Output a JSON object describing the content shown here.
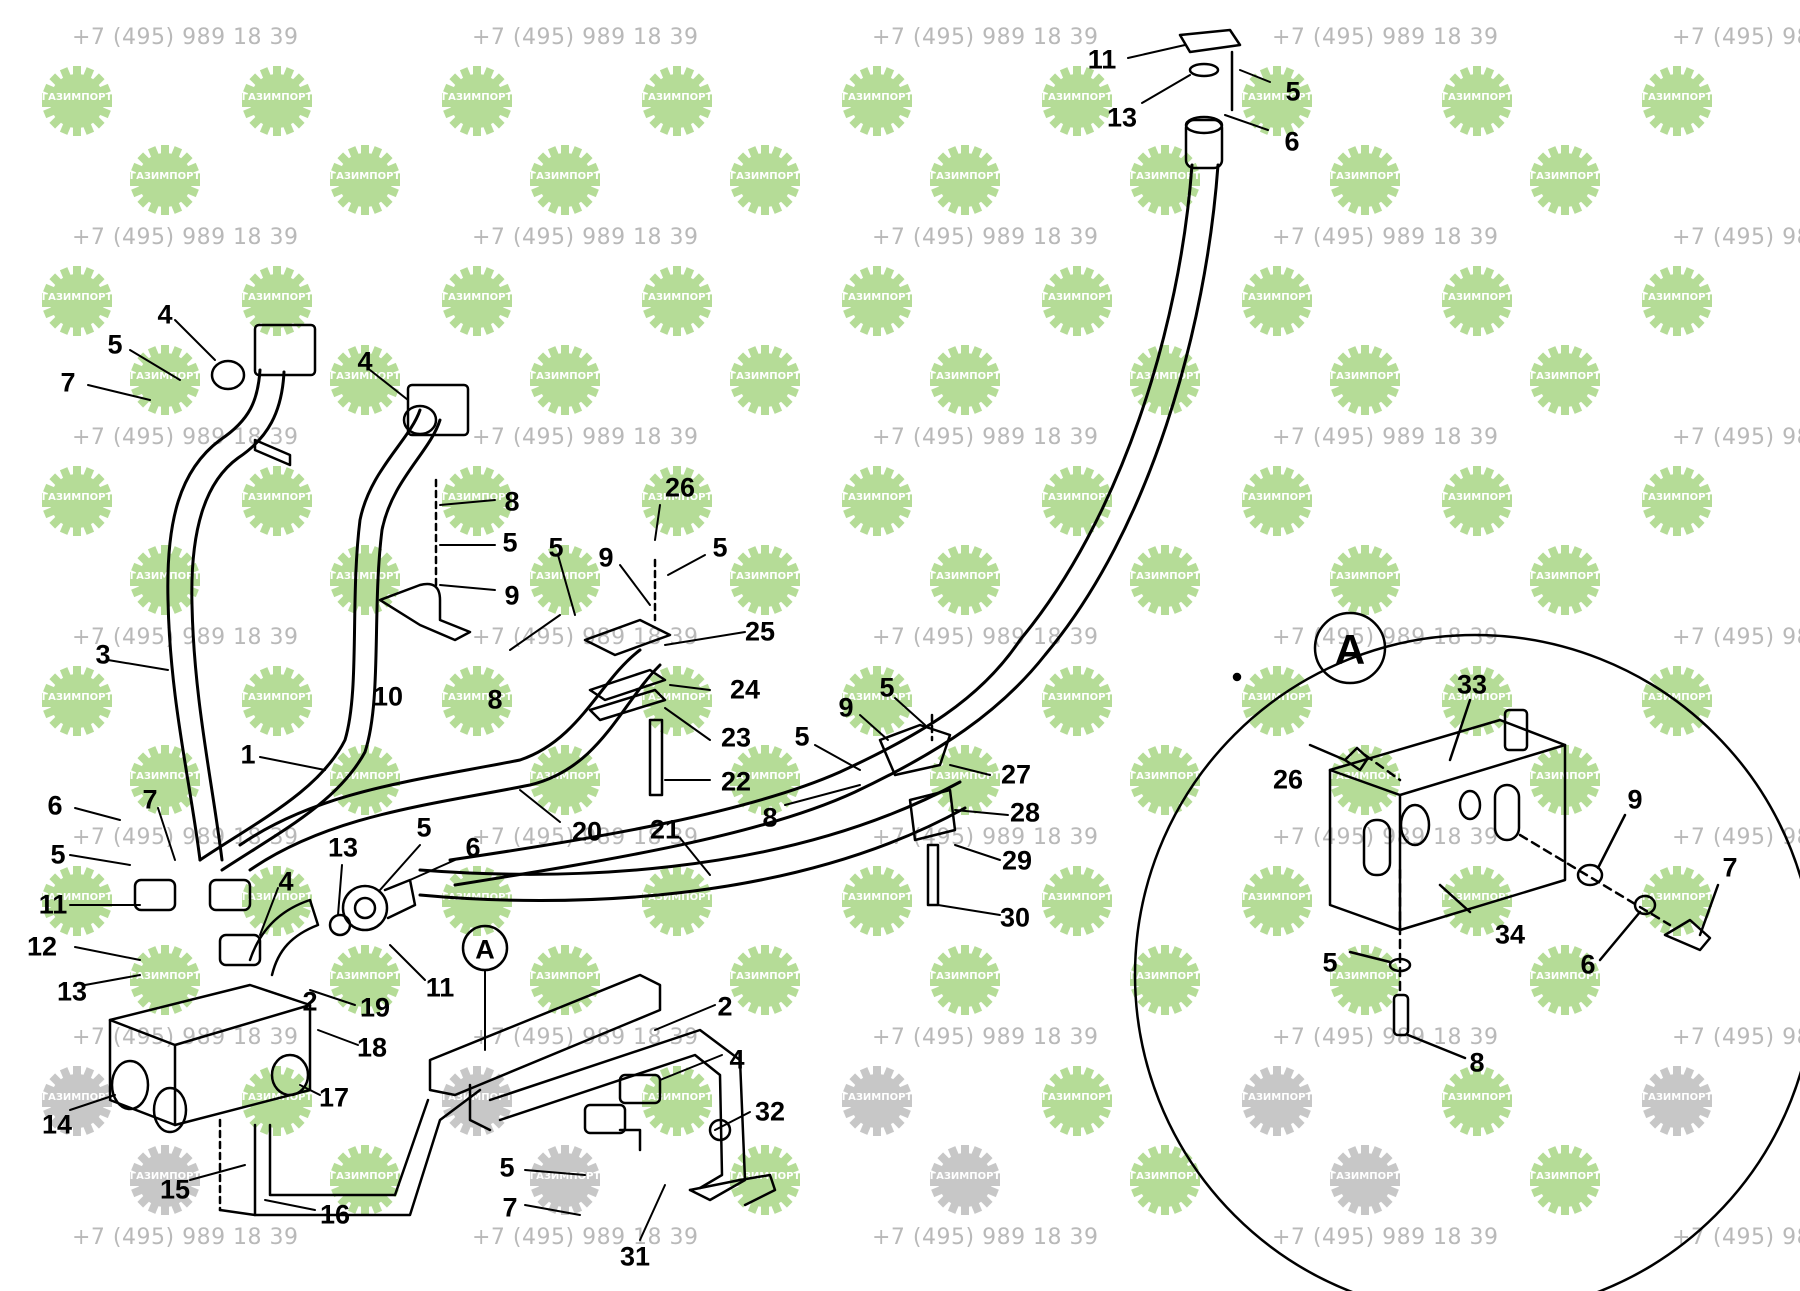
{
  "watermark": {
    "phone": "+7 (495) 989 18 39",
    "logo_text": "ГАЗИМПОРТ",
    "logo_icon": "gear-icon",
    "logo_color": "#7ac143",
    "phone_color": "#b9b9b9"
  },
  "detail_view": {
    "label": "A"
  },
  "callouts": {
    "c11a": "11",
    "c13a": "13",
    "c5a": "5",
    "c6a": "6",
    "c4a": "4",
    "c5b": "5",
    "c7a": "7",
    "c4b": "4",
    "c8a": "8",
    "c5c": "5",
    "c9a": "9",
    "c10": "10",
    "c26a": "26",
    "c5d": "5",
    "c9b": "9",
    "c5e": "5",
    "c25": "25",
    "c24": "24",
    "c23": "23",
    "c22": "22",
    "c8b": "8",
    "c3": "3",
    "c1": "1",
    "c20": "20",
    "c21": "21",
    "c5f": "5",
    "c9c": "9",
    "c5g": "5",
    "c27": "27",
    "c8c": "8",
    "c28": "28",
    "c29": "29",
    "c30": "30",
    "c6b": "6",
    "c7b": "7",
    "c5h": "5",
    "c11b": "11",
    "c12": "12",
    "c13b": "13",
    "c13c": "13",
    "c5i": "5",
    "c6c": "6",
    "c4c": "4",
    "c11c": "11",
    "c2a": "2",
    "c19": "19",
    "c18": "18",
    "c17": "17",
    "c14": "14",
    "c15": "15",
    "c16": "16",
    "c2b": "2",
    "c4d": "4",
    "c32": "32",
    "c5j": "5",
    "c7c": "7",
    "c31": "31",
    "cA": "A",
    "c33": "33",
    "c26b": "26",
    "c9d": "9",
    "c7d": "7",
    "c34": "34",
    "c5k": "5",
    "c6d": "6",
    "c8d": "8"
  }
}
